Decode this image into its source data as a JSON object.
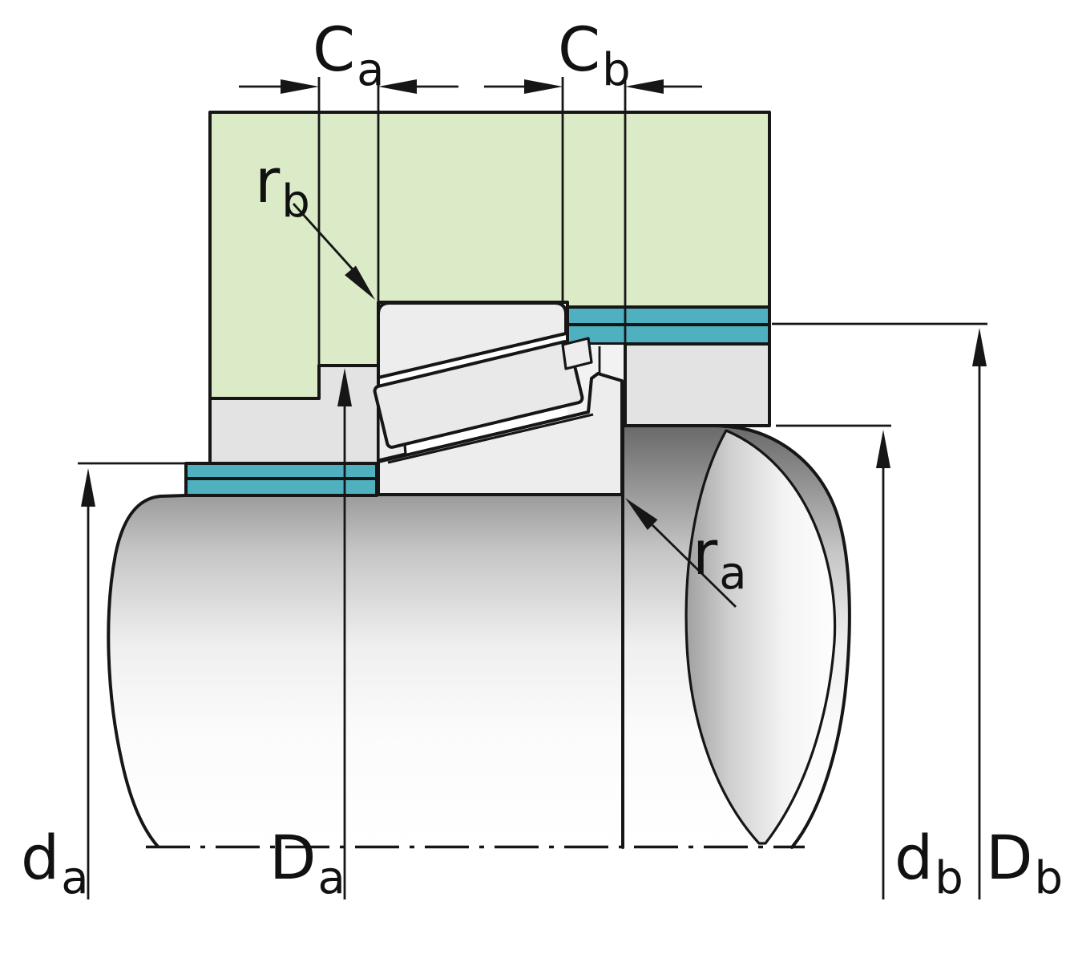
{
  "diagram": {
    "type": "tapered-roller-bearing-mounting-cross-section",
    "description": "Shaft and housing abutment dimensions for a tapered roller bearing",
    "labels": {
      "ca": {
        "main": "C",
        "sub": "a"
      },
      "cb": {
        "main": "C",
        "sub": "b"
      },
      "rb": {
        "main": "r",
        "sub": "b"
      },
      "ra": {
        "main": "r",
        "sub": "a"
      },
      "da": {
        "main": "d",
        "sub": "a"
      },
      "Da": {
        "main": "D",
        "sub": "a"
      },
      "db": {
        "main": "d",
        "sub": "b"
      },
      "Db": {
        "main": "D",
        "sub": "b"
      }
    },
    "colors": {
      "housing_green": "#dcebc7",
      "seat_teal": "#4fb1c0",
      "spacer_gray": "#e3e3e3",
      "bearing_gray": "#ededed",
      "roller_gray": "#e9e9e9",
      "line_black": "#161616",
      "background": "#ffffff"
    }
  }
}
